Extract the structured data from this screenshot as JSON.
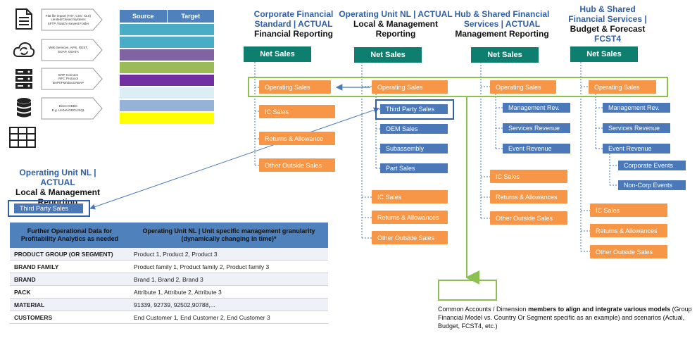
{
  "sources": [
    {
      "icon": "document-icon",
      "lines": [
        "Flat file import (TXT, CSV, XLS)",
        "Limited/Closed Systems",
        "SFTP / Batch Harvest Folder"
      ]
    },
    {
      "icon": "cloud-sync-icon",
      "lines": [
        "Web Services, APIs, REST,",
        "SOAP, ODATA"
      ]
    },
    {
      "icon": "server-icon",
      "lines": [
        "ERP Connect",
        "RFC Protocol",
        "BAPI/FM/Idocs/ABAP"
      ]
    },
    {
      "icon": "database-icon",
      "lines": [
        "Direct ODBC",
        "E.g. HANA/ORCL/SQL"
      ]
    },
    {
      "icon": "table-grid-icon",
      "lines": []
    }
  ],
  "mapping": {
    "source_label": "Source",
    "target_label": "Target",
    "row_colors": [
      "#4bacc6",
      "#4bacc6",
      "#8064a2",
      "#9bbb59",
      "#7030a0",
      "#dbeef3",
      "#95b3d7",
      "#ffff00"
    ]
  },
  "columns": [
    {
      "title_blue": "Corporate Financial Standard | ACTUAL",
      "title_dark": "Financial Reporting",
      "net_sales": "Net Sales",
      "items": [
        "Operating Sales",
        "IC Sales",
        "Returns & Allowance",
        "Other Outside Sales"
      ]
    },
    {
      "title_blue": "Operating Unit NL | ACTUAL",
      "title_dark": "Local & Management Reporting",
      "net_sales": "Net Sales",
      "items": [
        "Operating Sales",
        "IC Sales",
        "Returns & Allowances",
        "Other Outside Sales"
      ],
      "sub_items": [
        "Third Party Sales",
        "OEM Sales",
        "Subassembly",
        "Part Sales"
      ]
    },
    {
      "title_blue": "Hub & Shared Financial Services | ACTUAL",
      "title_dark": "Management Reporting",
      "net_sales": "Net Sales",
      "items": [
        "Operating Sales",
        "IC Sales",
        "Returns & Allowances",
        "Other Outside Sales"
      ],
      "sub_items": [
        "Management Rev.",
        "Services Revenue",
        "Event Revenue"
      ]
    },
    {
      "title_blue": "Hub & Shared Financial Services |",
      "title_dark": "Budget & Forecast",
      "title_blue2": "FCST4",
      "net_sales": "Net Sales",
      "items": [
        "Operating Sales",
        "IC Sales",
        "Returns & Allowances",
        "Other Outside Sales"
      ],
      "sub_items": [
        "Management Rev.",
        "Services Revenue",
        "Event Revenue"
      ],
      "sub_sub_items": [
        "Corporate Events",
        "Non-Corp Events"
      ]
    }
  ],
  "detail": {
    "title_blue": "Operating Unit NL | ACTUAL",
    "title_dark": "Local & Management Reporting",
    "box": "Third Party Sales",
    "table": {
      "headers": [
        "Further Operational Data for Profitability Analytics as needed",
        "Operating Unit NL | Unit specific management granularity (dynamically changing in time)*"
      ],
      "rows": [
        [
          "PRODUCT GROUP (OR SEGMENT)",
          "Product 1, Product 2, Product 3"
        ],
        [
          "BRAND FAMILY",
          "Product family 1, Product family 2, Product family 3"
        ],
        [
          "BRAND",
          "Brand 1, Brand 2, Brand 3"
        ],
        [
          "PACK",
          "Attribute 1, Attribute 2, Attribute 3"
        ],
        [
          "MATERIAL",
          "91339, 92739, 92502,90788,..."
        ],
        [
          "CUSTOMERS",
          "End Customer 1, End Customer 2, End Customer 3"
        ]
      ]
    }
  },
  "legend": {
    "text_plain": "Common Accounts / Dimension ",
    "text_bold": "members to align and integrate various models",
    "text_rest": " (Group Financial Model vs. Country Or Segment specific as an example) and scenarios (Actual, Budget, FCST4, etc.)"
  },
  "colors": {
    "teal": "#0e7e6e",
    "orange": "#f79646",
    "blue": "#4a78b8",
    "green": "#8cc152",
    "title_blue": "#2e5fa8"
  }
}
